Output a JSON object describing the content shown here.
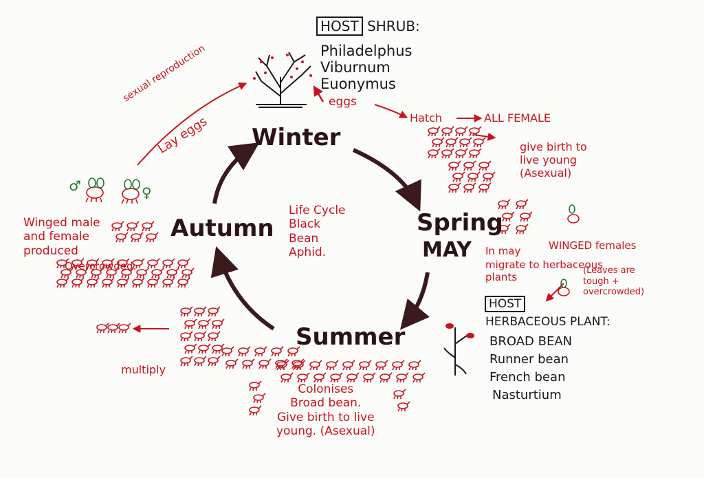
{
  "seasons": {
    "winter": "Winter",
    "spring": "Spring",
    "spring_month": "MAY",
    "summer": "Summer",
    "autumn": "Autumn"
  },
  "center_label": "Life Cycle\nBlack\nBean\nAphid.",
  "host_shrub": {
    "box": "HOST",
    "title": "SHRUB:",
    "plants": [
      "Philadelphus",
      "Viburnum",
      "Euonymus"
    ]
  },
  "host_herb": {
    "box": "HOST",
    "title": "HERBACEOUS PLANT:",
    "plants": [
      "BROAD BEAN",
      "Runner bean",
      "French bean",
      "Nasturtium"
    ]
  },
  "notes": {
    "eggs": "eggs",
    "hatch": "Hatch",
    "all_female": "ALL FEMALE",
    "give_birth_spring": "give birth to\nlive young\n(Asexual)",
    "in_may": "In may",
    "winged_females": "WINGED females",
    "migrate": "migrate to herbaceous\nplants",
    "leaves": "(Leaves are\ntough +\novercrowded)",
    "colonises": "Colonises\nBroad bean.\nGive birth to live\nyoung. (Asexual)",
    "multiply": "multiply",
    "autumn_winged": "Winged male\nand female\nproduced",
    "overcrowded": "Overcrowded.",
    "sexual_reproduction": "sexual reproduction",
    "lay_eggs": "Lay eggs",
    "male_symbol": "♂",
    "female_symbol": "♀"
  },
  "colors": {
    "ink_red": "#c8141e",
    "ink_black": "#1c1618",
    "ink_brown": "#3a1a1c",
    "ink_green": "#1c7a2c"
  }
}
